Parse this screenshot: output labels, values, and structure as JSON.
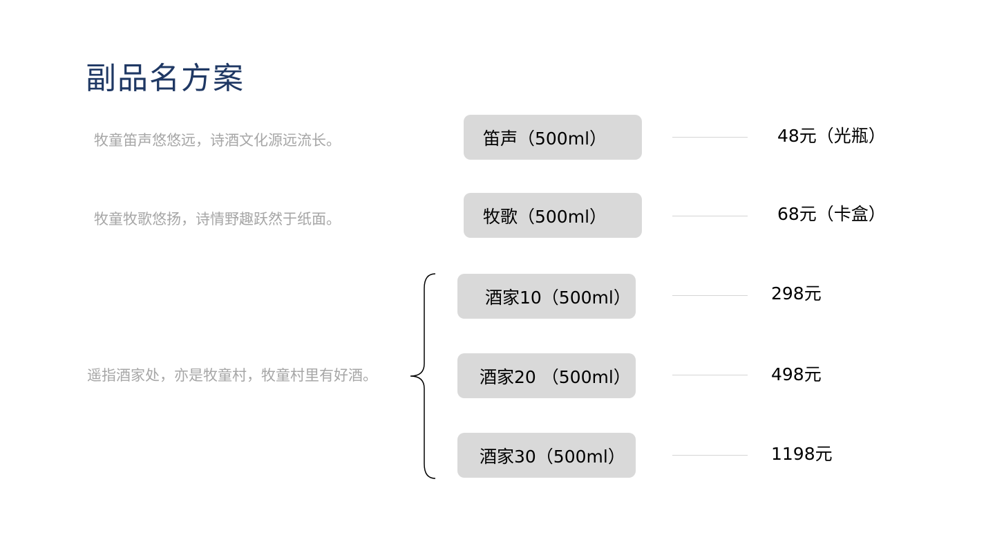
{
  "page": {
    "title": "副品名方案"
  },
  "rows": [
    {
      "description": "牧童笛声悠悠远，诗酒文化源远流长。",
      "name": "笛声（500ml）",
      "price": "48元（光瓶）"
    },
    {
      "description": "牧童牧歌悠扬，诗情野趣跃然于纸面。",
      "name": "牧歌（500ml）",
      "price": "68元（卡盒）"
    }
  ],
  "group": {
    "description": "遥指酒家处，亦是牧童村，牧童村里有好酒。",
    "items": [
      {
        "name": "酒家10（500ml）",
        "price": "298元"
      },
      {
        "name": "酒家20 （500ml）",
        "price": "498元"
      },
      {
        "name": "酒家30（500ml）",
        "price": "1198元"
      }
    ]
  },
  "colors": {
    "title": "#1f3864",
    "description": "#a6a6a6",
    "pill_background": "#d9d9d9",
    "connector": "#d4d4d4",
    "text": "#000000"
  }
}
